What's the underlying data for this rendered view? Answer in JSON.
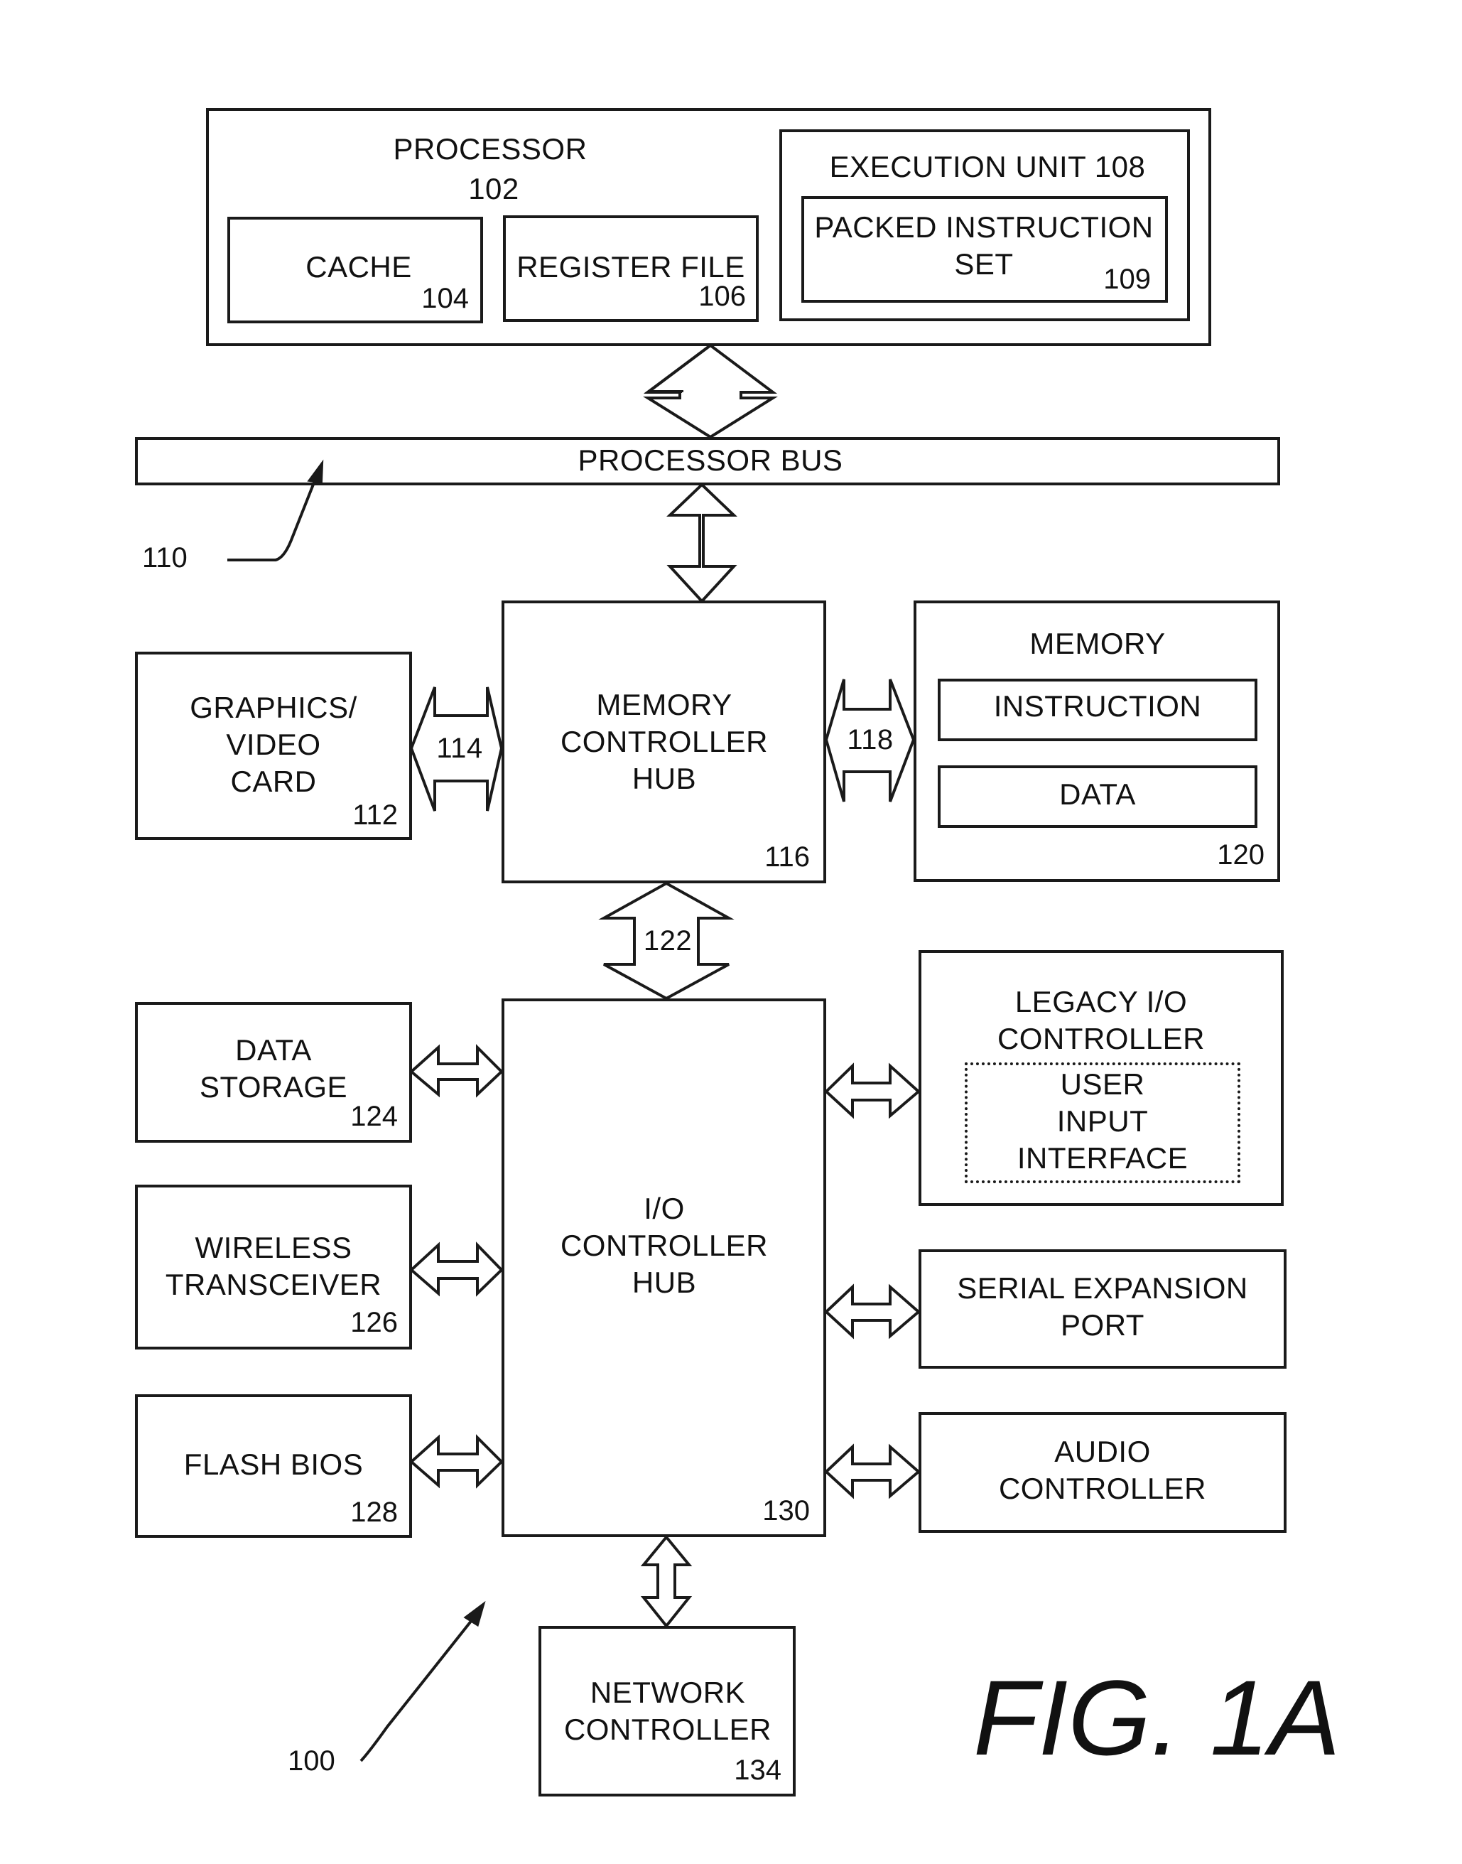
{
  "processor": {
    "title": "PROCESSOR",
    "ref": "102"
  },
  "cache": {
    "label": "CACHE",
    "ref": "104"
  },
  "register_file": {
    "label": "REGISTER FILE",
    "ref": "106"
  },
  "execution_unit": {
    "label": "EXECUTION UNIT 108"
  },
  "packed_instruction_set": {
    "label": "PACKED INSTRUCTION\nSET",
    "ref": "109"
  },
  "processor_bus": {
    "label": "PROCESSOR BUS",
    "ref": "110"
  },
  "graphics_card": {
    "label": "GRAPHICS/\nVIDEO\nCARD",
    "ref": "112"
  },
  "link_114": "114",
  "memory_controller_hub": {
    "label": "MEMORY\nCONTROLLER\nHUB",
    "ref": "116"
  },
  "link_118": "118",
  "memory": {
    "title": "MEMORY",
    "instruction": "INSTRUCTION",
    "data": "DATA",
    "ref": "120"
  },
  "link_122": "122",
  "data_storage": {
    "label": "DATA\nSTORAGE",
    "ref": "124"
  },
  "wireless_transceiver": {
    "label": "WIRELESS\nTRANSCEIVER",
    "ref": "126"
  },
  "flash_bios": {
    "label": "FLASH BIOS",
    "ref": "128"
  },
  "io_controller_hub": {
    "label": "I/O\nCONTROLLER\nHUB",
    "ref": "130"
  },
  "legacy_io": {
    "label": "LEGACY I/O\nCONTROLLER",
    "user_input": "USER\nINPUT\nINTERFACE"
  },
  "serial_expansion": {
    "label": "SERIAL EXPANSION\nPORT"
  },
  "audio_controller": {
    "label": "AUDIO\nCONTROLLER"
  },
  "network_controller": {
    "label": "NETWORK\nCONTROLLER",
    "ref": "134"
  },
  "system_ref": "100",
  "figure_label": "FIG. 1A"
}
